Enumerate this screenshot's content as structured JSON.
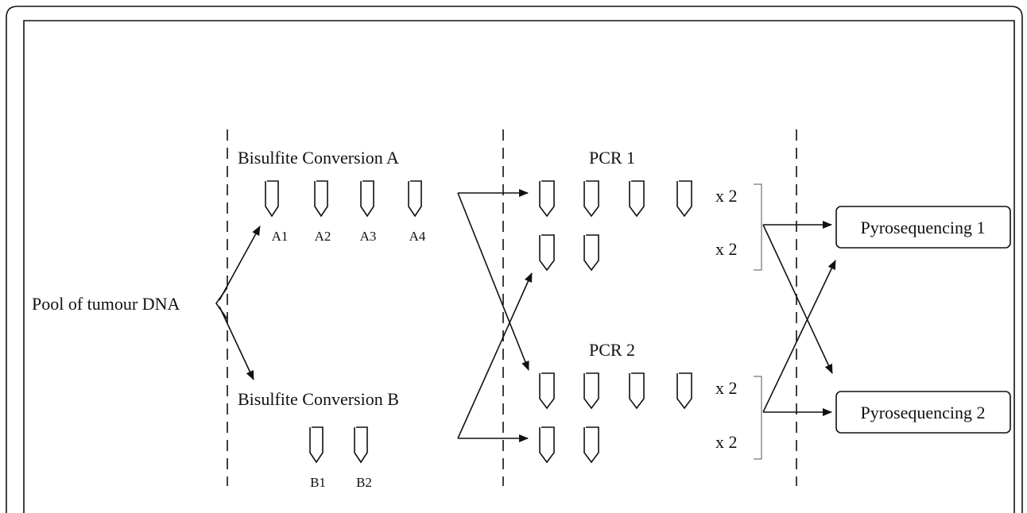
{
  "labels": {
    "pool": "Pool of tumour DNA",
    "conversion_a": "Bisulfite Conversion A",
    "conversion_b": "Bisulfite Conversion B",
    "pcr1": "PCR 1",
    "pcr2": "PCR 2",
    "pyro1": "Pyrosequencing 1",
    "pyro2": "Pyrosequencing 2"
  },
  "tubes_a": [
    "A1",
    "A2",
    "A3",
    "A4"
  ],
  "tubes_b": [
    "B1",
    "B2"
  ],
  "multipliers": {
    "pcr1_row1": "x 2",
    "pcr1_row2": "x 2",
    "pcr2_row1": "x 2",
    "pcr2_row2": "x 2"
  }
}
